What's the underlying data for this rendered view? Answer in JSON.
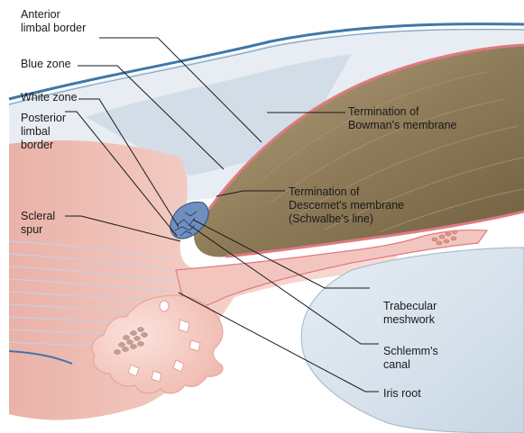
{
  "labels": {
    "anterior_limbal_border": "Anterior\nlimbal border",
    "blue_zone": "Blue zone",
    "white_zone": "White zone",
    "posterior_limbal_border": "Posterior\nlimbal\nborder",
    "scleral_spur": "Scleral\nspur",
    "termination_bowman": "Termination of\nBowman's membrane",
    "termination_descemet": "Termination of\nDescemet's membrane\n(Schwalbe's line)",
    "trabecular_meshwork": "Trabecular\nmeshwork",
    "schlemms_canal": "Schlemm's\ncanal",
    "iris_root": "Iris root"
  },
  "colors": {
    "cornea_outer": "#e8eef3",
    "blue_zone": "#d4dfe8",
    "epithelium_blue": "#3f77a8",
    "cornea_stroma": "#8e7b58",
    "stroma_light": "#b7a684",
    "sclera": "#f4cdc6",
    "sclera_dark": "#e59f95",
    "border_pink": "#e07a80",
    "iris_fold": "#f6d3cc",
    "lens_blue": "#dde7f0",
    "leader": "#1a1a1a"
  }
}
